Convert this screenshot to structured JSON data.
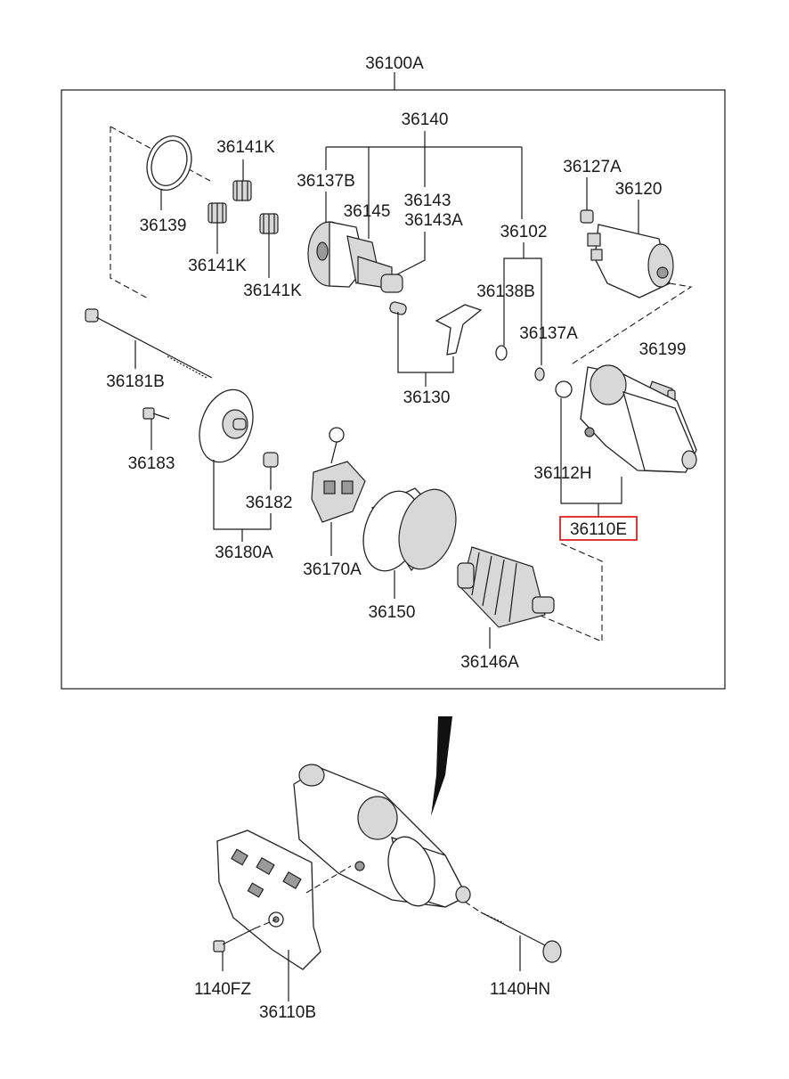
{
  "diagram": {
    "assembly_label": "36100A",
    "highlighted_part": "36110E",
    "highlight_color": "#e02020",
    "parts": {
      "p36140": "36140",
      "p36141K_top": "36141K",
      "p36141K_mid": "36141K",
      "p36141K_low": "36141K",
      "p36139": "36139",
      "p36137B": "36137B",
      "p36145": "36145",
      "p36143": "36143",
      "p36143A": "36143A",
      "p36102": "36102",
      "p36127A": "36127A",
      "p36120": "36120",
      "p36138B": "36138B",
      "p36137A": "36137A",
      "p36199": "36199",
      "p36130": "36130",
      "p36181B": "36181B",
      "p36183": "36183",
      "p36182": "36182",
      "p36180A": "36180A",
      "p36170A": "36170A",
      "p36150": "36150",
      "p36146A": "36146A",
      "p36112H": "36112H",
      "p36110E": "36110E",
      "p1140FZ": "1140FZ",
      "p36110B": "36110B",
      "p1140HN": "1140HN"
    }
  }
}
